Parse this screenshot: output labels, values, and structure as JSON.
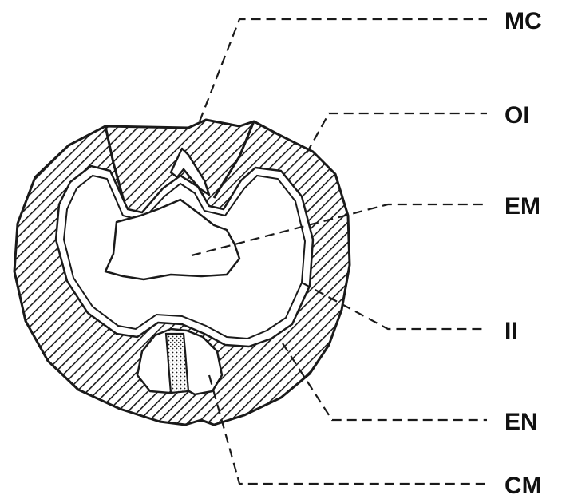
{
  "labels": {
    "mc": "MC",
    "oi": "OI",
    "em": "EM",
    "ii": "II",
    "en": "EN",
    "cm": "CM"
  },
  "colors": {
    "ink": "#1a1a1a",
    "background": "#ffffff",
    "cavity": "#ffffff",
    "hatch": "#1a1a1a"
  }
}
